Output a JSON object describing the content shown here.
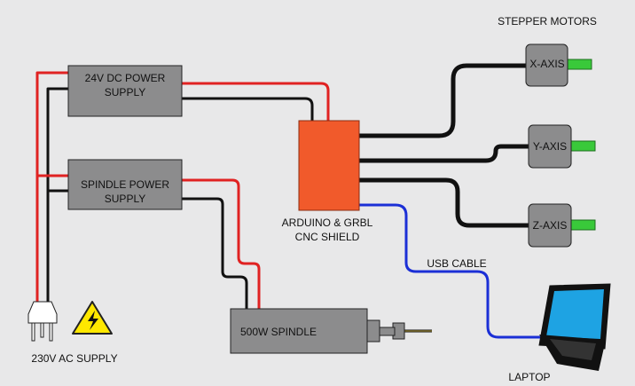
{
  "title": "STEPPER MOTORS",
  "components": {
    "psu_24v": {
      "line1": "24V DC POWER",
      "line2": "SUPPLY"
    },
    "psu_spindle": {
      "line1": "SPINDLE POWER",
      "line2": "SUPPLY"
    },
    "controller": {
      "line1": "ARDUINO & GRBL",
      "line2": "CNC SHIELD"
    },
    "spindle": {
      "label": "500W SPINDLE"
    },
    "motors": [
      {
        "label": "X-AXIS"
      },
      {
        "label": "Y-AXIS"
      },
      {
        "label": "Z-AXIS"
      }
    ],
    "ac_supply": {
      "label": "230V AC SUPPLY"
    },
    "laptop": {
      "label": "LAPTOP"
    },
    "usb": {
      "label": "USB CABLE"
    }
  },
  "colors": {
    "background": "#e8e8e9",
    "box_fill": "#8c8c8d",
    "controller_fill": "#f15a2b",
    "motor_shaft": "#39c93a",
    "wire_red": "#e02222",
    "wire_black": "#111111",
    "wire_blue": "#1b2fd6",
    "laptop_screen": "#1ea3e3",
    "hazard_yellow": "#ffe800"
  }
}
